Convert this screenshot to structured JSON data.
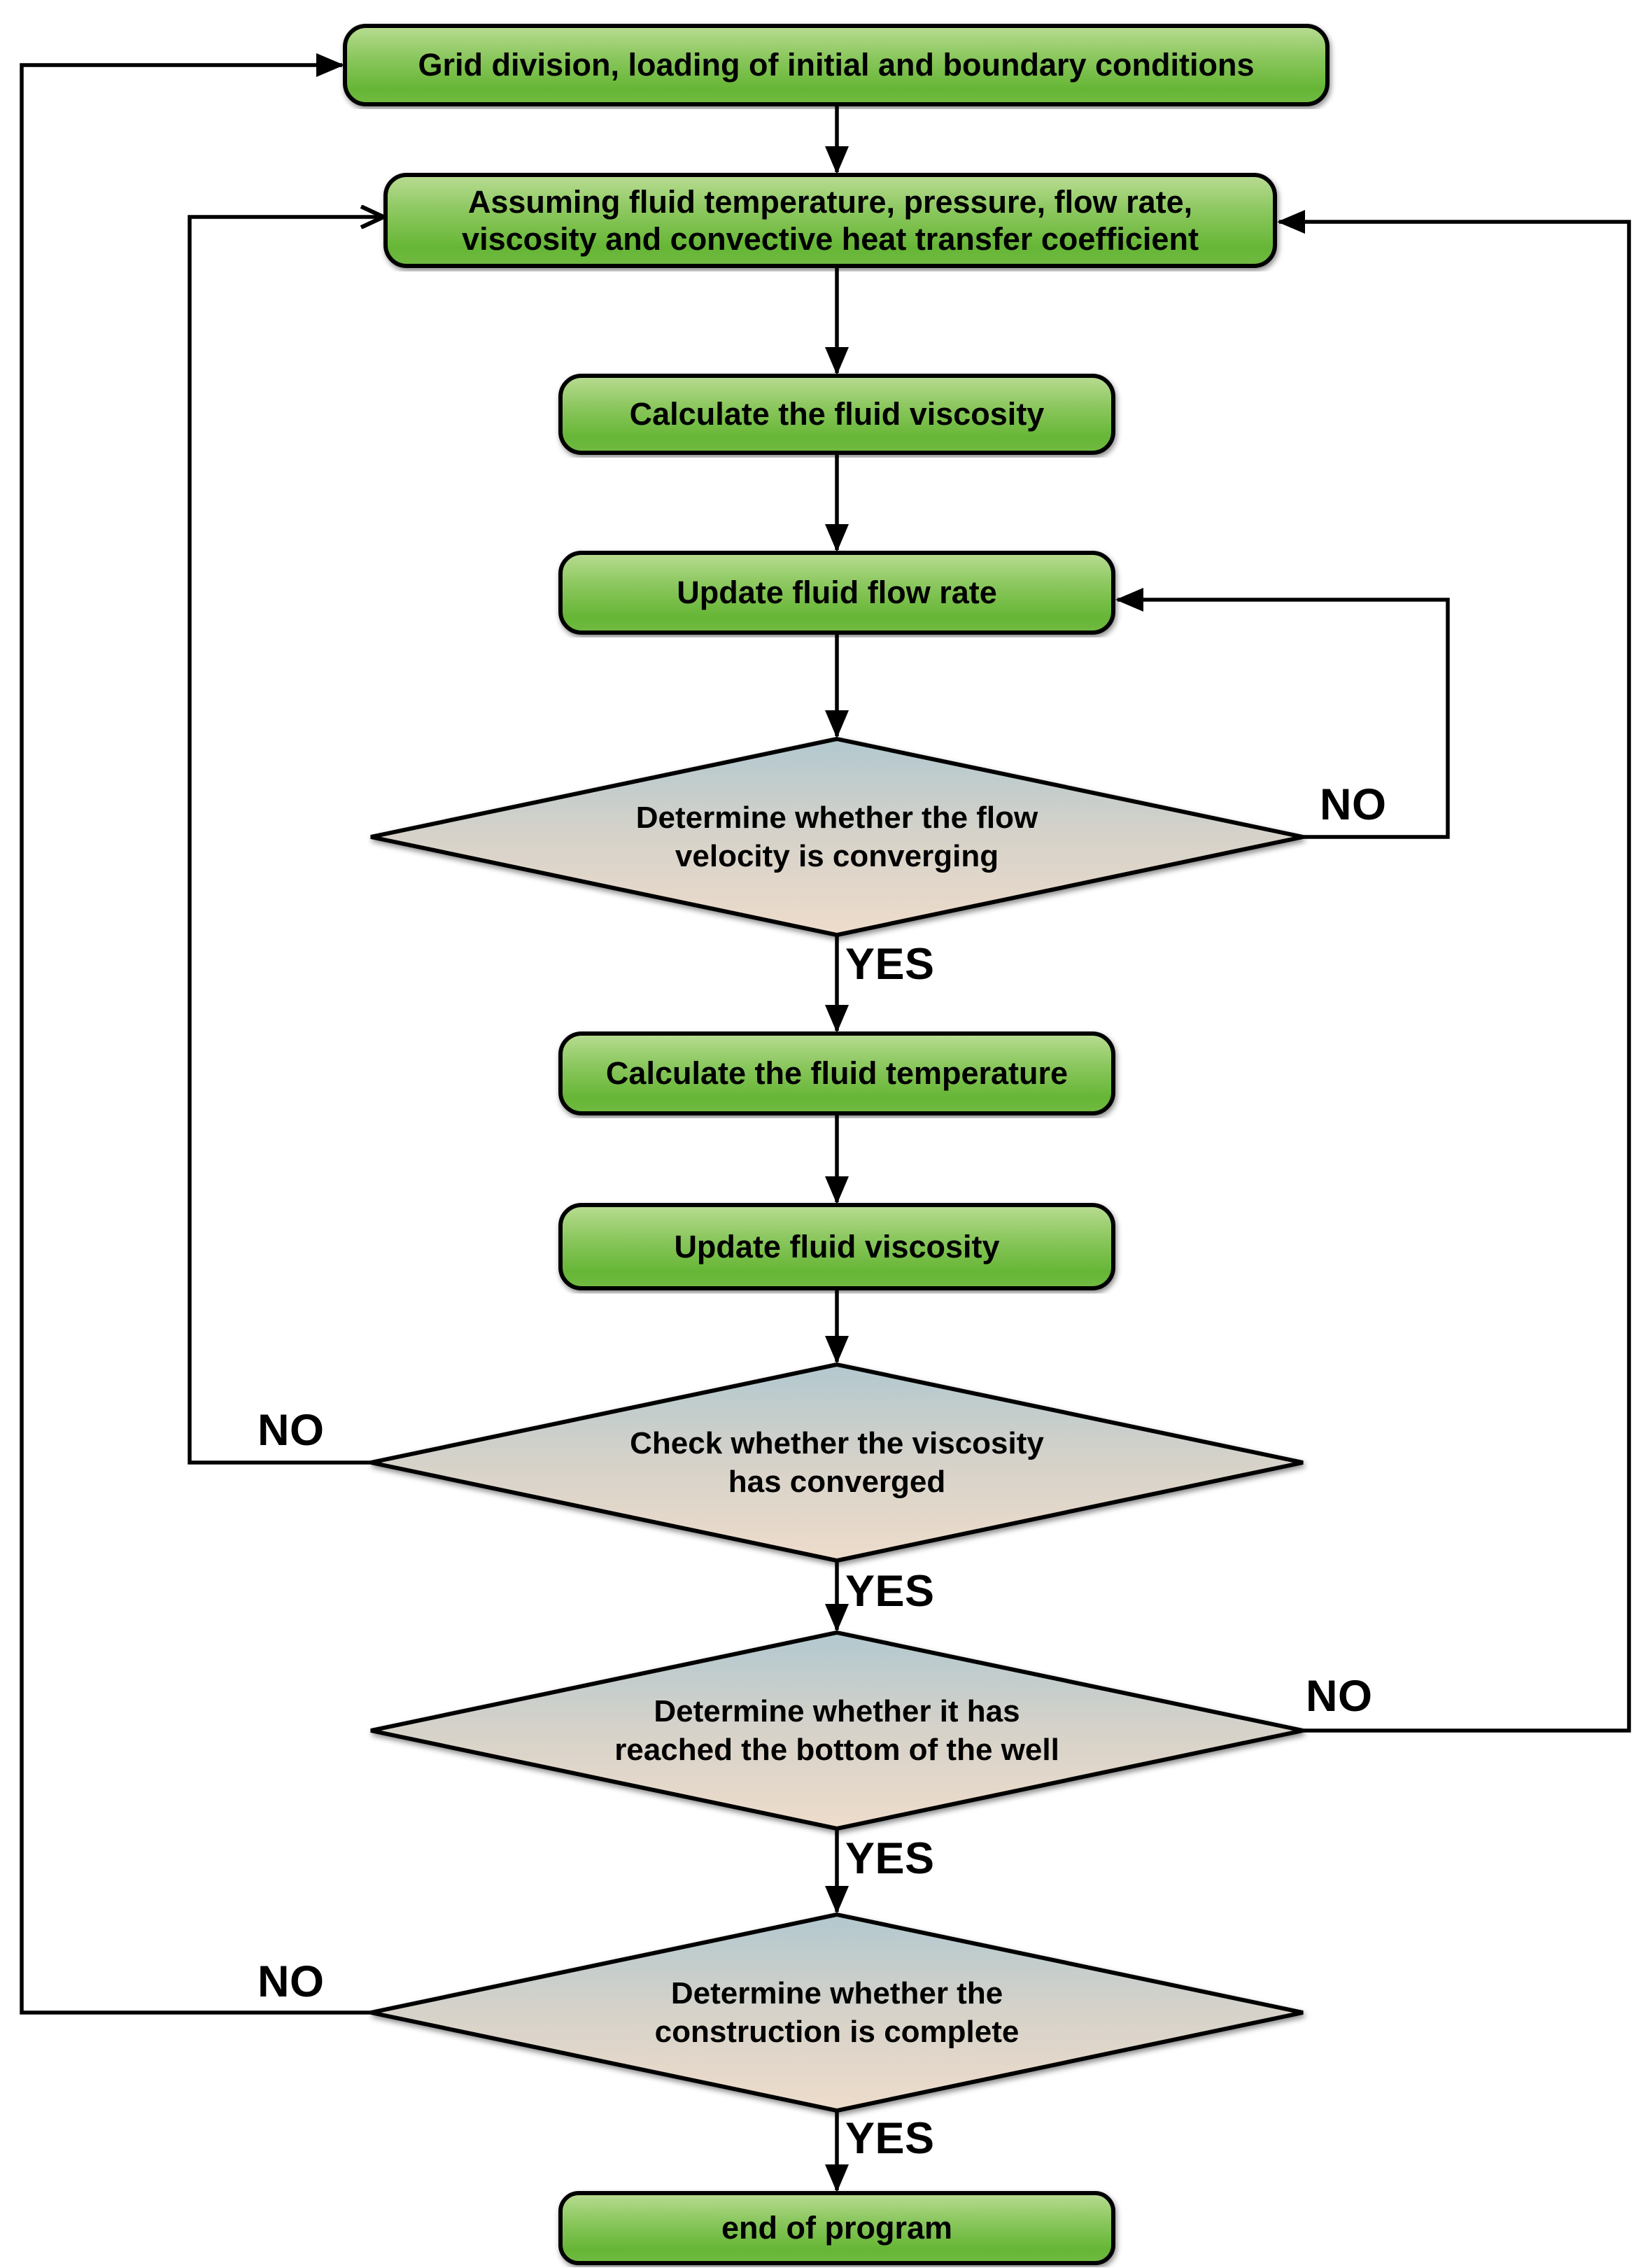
{
  "diagram": {
    "process_nodes": {
      "grid": {
        "label": "Grid division, loading of initial and boundary conditions"
      },
      "assume": {
        "label": "Assuming fluid temperature, pressure, flow rate, viscosity and convective heat transfer coefficient"
      },
      "calc_viscosity": {
        "label": "Calculate the fluid viscosity"
      },
      "update_flow": {
        "label": "Update fluid flow rate"
      },
      "calc_temperature": {
        "label": "Calculate the fluid temperature"
      },
      "update_viscosity": {
        "label": "Update fluid viscosity"
      },
      "end": {
        "label": "end of program"
      }
    },
    "decision_nodes": {
      "flow_converging": {
        "label": "Determine whether the flow velocity is converging"
      },
      "viscosity_converged": {
        "label": "Check whether the viscosity has converged"
      },
      "bottom_of_well": {
        "label": "Determine whether it has reached the bottom of the well"
      },
      "construction_complete": {
        "label": "Determine whether the construction is complete"
      }
    },
    "edge_labels": {
      "yes": "YES",
      "no": "NO"
    },
    "colors": {
      "process_fill_top": "#b9dc92",
      "process_fill_mid": "#8bc75e",
      "process_fill_deep": "#66b636",
      "process_fill_bottom": "#71ba42",
      "decision_fill_top": "#b2c8cf",
      "decision_fill_mid": "#d6d2c9",
      "decision_fill_bottom": "#eedccb",
      "stroke": "#000000",
      "background": "#ffffff"
    }
  }
}
